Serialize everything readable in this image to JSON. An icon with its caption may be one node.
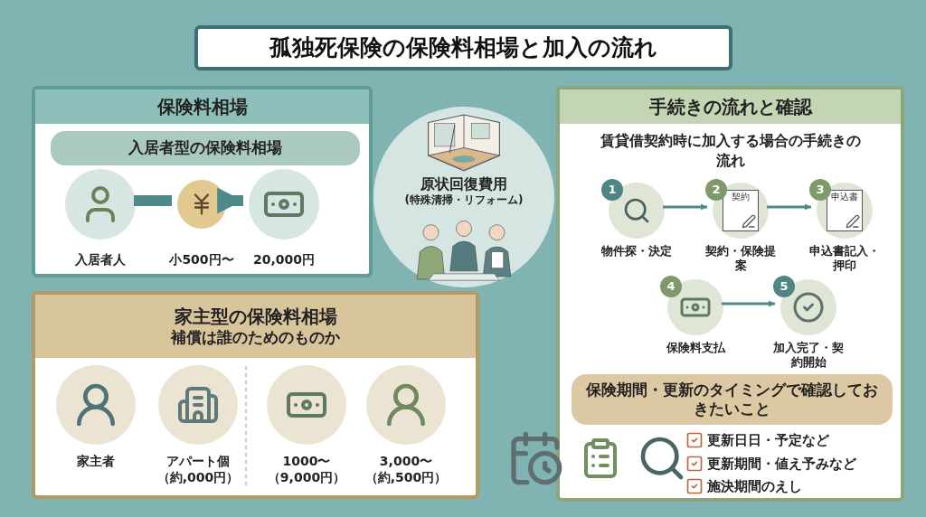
{
  "diagram": {
    "title": "孤独死保険の保険料相場と加入の流れ",
    "nodes": [
      {
        "text": [
          "保険料相場"
        ]
      },
      {
        "text": [
          "入居者型の保険料相場"
        ],
        "in": 0
      },
      {
        "text": [
          "入居者人"
        ],
        "in": 0
      },
      {
        "text": [
          "小500円〜"
        ],
        "in": 0
      },
      {
        "text": [
          "20,000円"
        ],
        "in": 0
      },
      {
        "text": [
          "家主型の保険料相場",
          "補償は誰のためのものか"
        ]
      },
      {
        "text": [
          "家主者"
        ],
        "in": 5
      },
      {
        "text": [
          "アパート個",
          "（約,000円）"
        ],
        "in": 5
      },
      {
        "text": [
          "1000〜",
          "（9,000円）"
        ],
        "in": 5
      },
      {
        "text": [
          "3,000〜",
          "（約,500円）"
        ],
        "in": 5
      },
      {
        "text": [
          "原状回復費用",
          "(特殊清掃・リフォーム)"
        ]
      },
      {
        "text": [
          "手続きの流れと確認",
          "賃貸借契約時に加入する場合の手続きの流れ"
        ]
      },
      {
        "text": [
          "1",
          "物件探・決定"
        ],
        "in": 11
      },
      {
        "text": [
          "2",
          "契約",
          "契約・保険提案"
        ],
        "in": 11
      },
      {
        "text": [
          "3",
          "申込書",
          "申込書記入・押印"
        ],
        "in": 11
      },
      {
        "text": [
          "4",
          "保険料支払"
        ],
        "in": 11
      },
      {
        "text": [
          "5",
          "加入完了・契約開始"
        ],
        "in": 11
      },
      {
        "text": [
          "保険期間・更新のタイミングで確認しておきたいこと"
        ],
        "in": 11
      }
    ],
    "edges": [
      {
        "from": 2,
        "to": 3,
        "arrow": "none",
        "style": "thick"
      },
      {
        "from": 3,
        "to": 4,
        "arrow": "to",
        "style": "thick"
      },
      {
        "from": 12,
        "to": 13,
        "arrow": "to"
      },
      {
        "from": 13,
        "to": 14,
        "arrow": "to"
      },
      {
        "from": 15,
        "to": 16,
        "arrow": "to"
      }
    ],
    "labels": [
      "更新日日・予定など",
      "更新期間・値え予みなど",
      "施決期間のえし"
    ]
  }
}
